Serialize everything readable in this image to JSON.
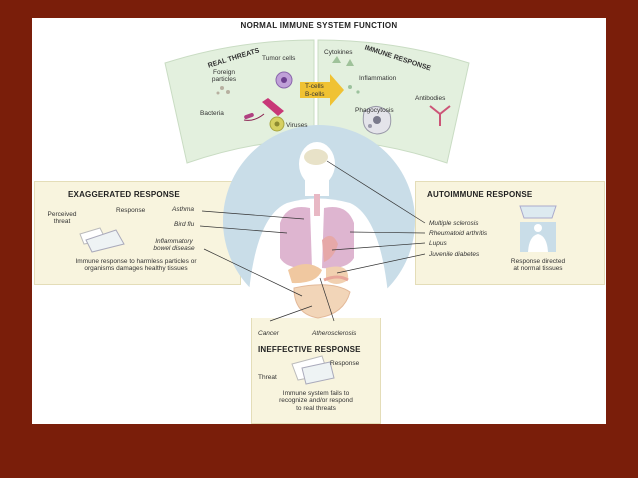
{
  "title": "NORMAL IMMUNE SYSTEM FUNCTION",
  "real_threats": {
    "heading": "REAL THREATS",
    "items": {
      "tumor_cells": "Tumor cells",
      "foreign_particles_1": "Foreign",
      "foreign_particles_2": "particles",
      "bacteria": "Bacteria",
      "viruses": "Viruses"
    }
  },
  "immune_response": {
    "heading": "IMMUNE RESPONSE",
    "cells_1": "T-cells",
    "cells_2": "B-cells",
    "items": {
      "cytokines": "Cytokines",
      "inflammation": "Inflammation",
      "antibodies": "Antibodies",
      "phagocytosis": "Phagocytosis"
    }
  },
  "exaggerated": {
    "heading": "EXAGGERATED RESPONSE",
    "threat_1": "Perceived",
    "threat_2": "threat",
    "response": "Response",
    "desc_1": "Immune response to harmless particles or",
    "desc_2": "organisms damages healthy tissues",
    "diseases": {
      "asthma": "Asthma",
      "bird_flu": "Bird flu",
      "ibd_1": "Inflammatory",
      "ibd_2": "bowel disease"
    }
  },
  "autoimmune": {
    "heading": "AUTOIMMUNE RESPONSE",
    "desc_1": "Response directed",
    "desc_2": "at normal tissues",
    "diseases": {
      "ms": "Multiple sclerosis",
      "ra": "Rheumatoid arthritis",
      "lupus": "Lupus",
      "jd": "Juvenile diabetes"
    }
  },
  "ineffective": {
    "heading": "INEFFECTIVE RESPONSE",
    "threat": "Threat",
    "response": "Response",
    "desc_1": "Immune system fails to",
    "desc_2": "recognize and/or respond",
    "desc_3": "to real threats",
    "diseases": {
      "cancer": "Cancer",
      "atherosclerosis": "Atherosclerosis"
    }
  },
  "colors": {
    "background": "#7a1e0a",
    "panel": "#f8f4de",
    "fan": "#e3f0de",
    "circle": "#c9dde8",
    "body": "#ffffff",
    "lungs": "#d8a8c8",
    "arrow": "#f0c233"
  }
}
